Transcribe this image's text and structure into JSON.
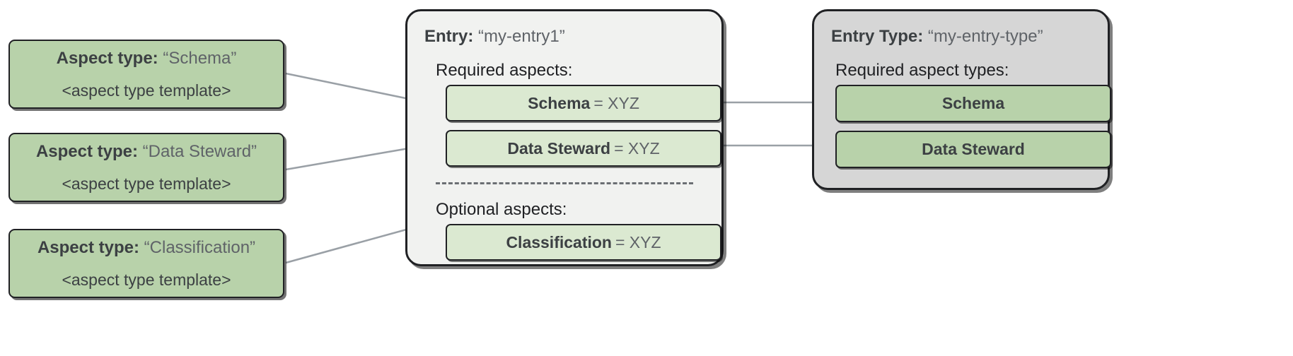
{
  "aspect_types": [
    {
      "label": "Aspect type:",
      "name": "“Schema”",
      "template": "<aspect type template>"
    },
    {
      "label": "Aspect type:",
      "name": "“Data Steward”",
      "template": "<aspect type template>"
    },
    {
      "label": "Aspect type:",
      "name": "“Classification”",
      "template": "<aspect type template>"
    }
  ],
  "entry": {
    "label": "Entry:",
    "name": "“my-entry1”",
    "required_heading": "Required aspects:",
    "optional_heading": "Optional aspects:",
    "required_aspects": [
      {
        "key": "Schema",
        "value": "= XYZ"
      },
      {
        "key": "Data Steward",
        "value": "= XYZ"
      }
    ],
    "optional_aspects": [
      {
        "key": "Classification",
        "value": "= XYZ"
      }
    ]
  },
  "entry_type": {
    "label": "Entry Type:",
    "name": "“my-entry-type”",
    "required_heading": "Required aspect types:",
    "required_aspect_types": [
      {
        "key": "Schema"
      },
      {
        "key": "Data Steward"
      }
    ]
  },
  "colors": {
    "aspect_green": "#b8d2aa",
    "aspect_light_green": "#dbe9d1",
    "entry_panel_bg": "#f1f2f0",
    "entry_type_panel_bg": "#d6d6d6",
    "outline": "#202124",
    "connector": "#9aa0a6",
    "page_bg": "#ffffff"
  }
}
